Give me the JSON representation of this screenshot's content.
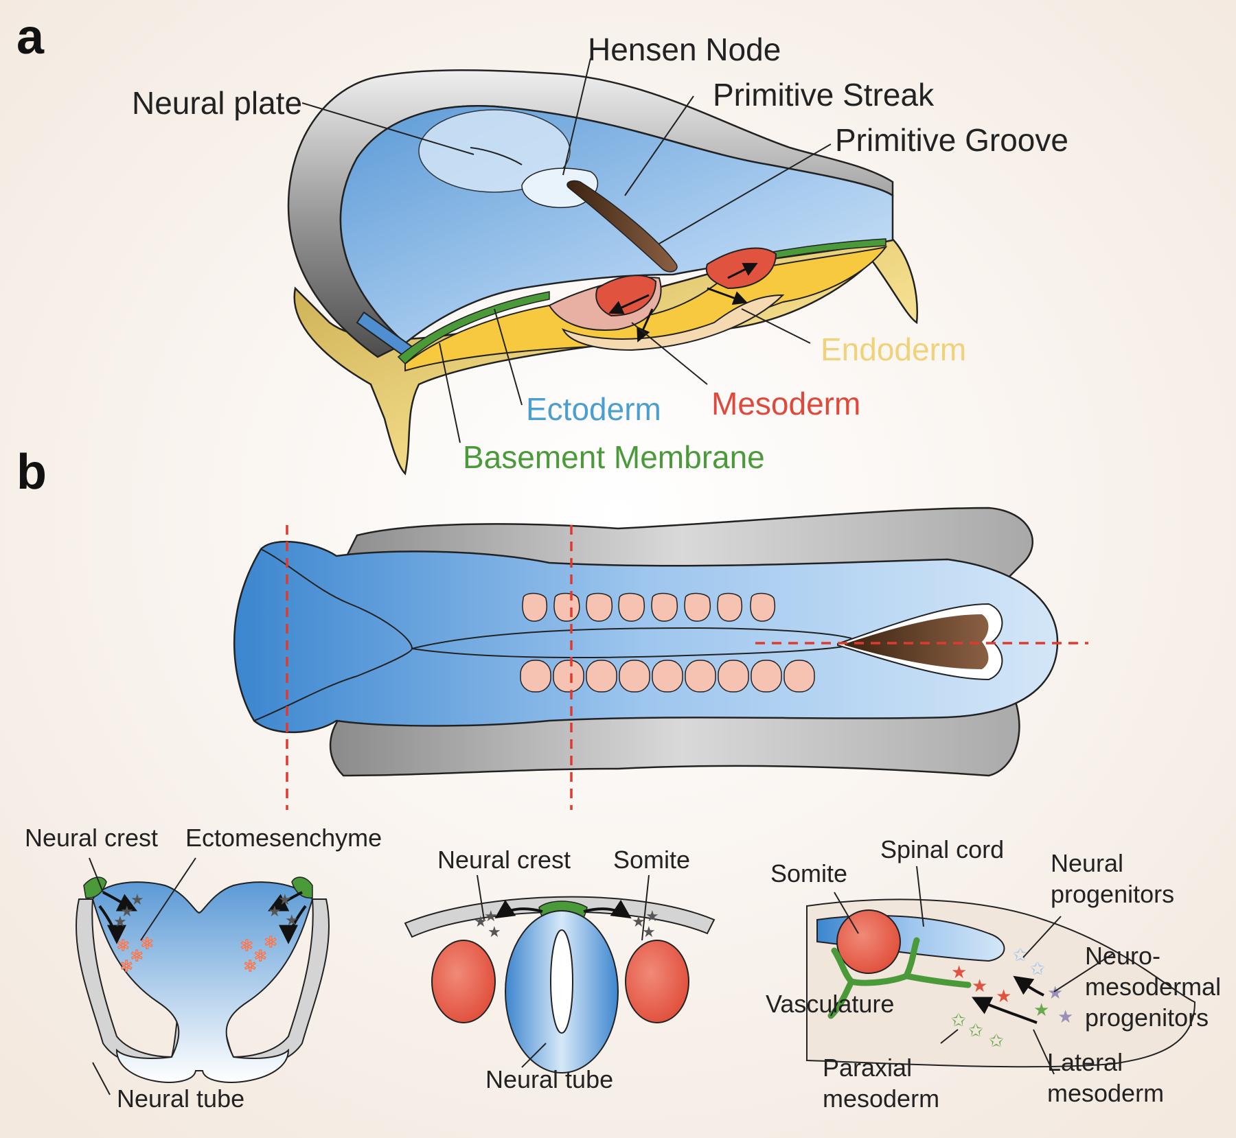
{
  "panels": {
    "a": "a",
    "b": "b"
  },
  "panel_a": {
    "labels": {
      "hensen_node": "Hensen Node",
      "neural_plate": "Neural plate",
      "primitive_streak": "Primitive Streak",
      "primitive_groove": "Primitive Groove",
      "endoderm": "Endoderm",
      "ectoderm": "Ectoderm",
      "mesoderm": "Mesoderm",
      "basement_membrane": "Basement Membrane"
    }
  },
  "panel_b": {
    "section_left": {
      "neural_crest": "Neural crest",
      "ectomesenchyme": "Ectomesenchyme",
      "neural_tube": "Neural tube"
    },
    "section_mid": {
      "neural_crest": "Neural crest",
      "somite": "Somite",
      "neural_tube": "Neural tube"
    },
    "section_right": {
      "somite": "Somite",
      "spinal_cord": "Spinal cord",
      "neural_progenitors_1": "Neural",
      "neural_progenitors_2": "progenitors",
      "nmp_1": "Neuro-",
      "nmp_2": "mesodermal",
      "nmp_3": "progenitors",
      "vasculature": "Vasculature",
      "paraxial_1": "Paraxial",
      "paraxial_2": "mesoderm",
      "lateral_1": "Lateral",
      "lateral_2": "mesoderm"
    }
  },
  "colors": {
    "ectoderm": "#6fa8dc",
    "mesoderm": "#e0533f",
    "endoderm": "#f3dc8a",
    "basement_membrane": "#4a9a3a",
    "label_ectoderm": "#4a9fd0",
    "label_mesoderm": "#e0483a",
    "label_endoderm": "#f0d27a",
    "label_basement": "#4a9a3a",
    "somite": "#f6c2b2",
    "groove": "#5a3520",
    "cut_line": "#e03a2f"
  }
}
